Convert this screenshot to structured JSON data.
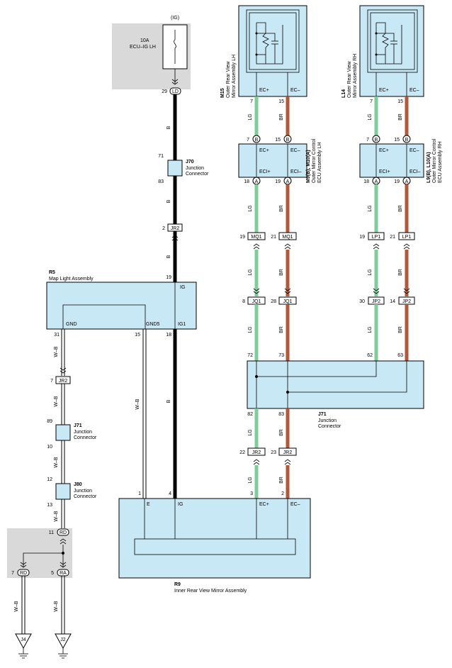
{
  "ig": {
    "source_label": "(IG)",
    "fuse_label_1": "10A",
    "fuse_label_2": "ECU–IG LH",
    "pin": "29",
    "conn": "LD"
  },
  "j70": {
    "code": "J70",
    "name1": "Junction",
    "name2": "Connector",
    "pin_top": "71",
    "pin_bottom": "83"
  },
  "jr2_top": {
    "pin": "2",
    "conn": "JR2"
  },
  "r5": {
    "code": "R5",
    "name": "Map Light Assembly",
    "pin_ig": "19",
    "term_ig": "IG",
    "term_gnd": "GND",
    "term_gnd5": "GND5",
    "term_ig1": "IG1",
    "pin_gnd": "31",
    "pin_gnd5": "15",
    "pin_ig1": "18"
  },
  "wire_colors": {
    "black": "B",
    "white_black": "W–B",
    "light_green": "LG",
    "brown": "BR"
  },
  "jr2_left": {
    "pin": "7",
    "conn": "JR2"
  },
  "j71_left": {
    "code": "J71",
    "name1": "Junction",
    "name2": "Connector",
    "pin_top": "89",
    "pin_bottom": "10"
  },
  "j80": {
    "code": "J80",
    "name1": "Junction",
    "name2": "Connector",
    "pin_top": "12",
    "pin_bottom": "13"
  },
  "ground_splice": {
    "pin_top": "11",
    "conn_top": "RD",
    "pin_left": "7",
    "conn_left": "RD",
    "pin_right": "5",
    "conn_right": "RA",
    "gnd_left": "J4",
    "gnd_right": "J2"
  },
  "m15": {
    "code": "M15",
    "name1": "Outer Rear View",
    "name2": "Mirror Assembly LH",
    "term_pos": "EC+",
    "term_neg": "EC–",
    "pin_pos": "7",
    "pin_neg": "15"
  },
  "l14": {
    "code": "L14",
    "name1": "Outer Rear View",
    "name2": "Mirror Assembly RH",
    "term_pos": "EC+",
    "term_neg": "EC–",
    "pin_pos": "7",
    "pin_neg": "15"
  },
  "m9": {
    "code": "M9(B), M10(A)",
    "name1": "Outer Mirror Control",
    "name2": "ECU Assembly LH",
    "pin_pos": "7",
    "pin_neg": "15",
    "conn_b": "B",
    "term_ecpos": "EC+",
    "term_ecneg": "EC–",
    "term_ecipos": "ECI+",
    "term_ecineg": "ECI–",
    "pin_ecipos": "18",
    "pin_ecineg": "19",
    "conn_a": "A"
  },
  "l9": {
    "code": "L9(B), L10(A)",
    "name1": "Outer Mirror Control",
    "name2": "ECU Assembly RH",
    "pin_pos": "7",
    "pin_neg": "15",
    "conn_b": "B",
    "term_ecpos": "EC+",
    "term_ecneg": "EC–",
    "term_ecipos": "ECI+",
    "term_ecineg": "ECI–",
    "pin_ecipos": "18",
    "pin_ecineg": "19",
    "conn_a": "A"
  },
  "mq1": {
    "pin_lg": "19",
    "pin_br": "21",
    "conn": "MQ1"
  },
  "lp1": {
    "pin_lg": "19",
    "pin_br": "21",
    "conn": "LP1"
  },
  "jq1": {
    "pin_lg": "8",
    "pin_br": "28",
    "conn": "JQ1"
  },
  "jp2": {
    "pin_lg": "30",
    "pin_br": "14",
    "conn": "JP2"
  },
  "j71_main": {
    "code": "J71",
    "name1": "Junction",
    "name2": "Connector",
    "pin_72": "72",
    "pin_73": "73",
    "pin_62": "62",
    "pin_63": "63",
    "pin_82": "82",
    "pin_83": "83"
  },
  "jr2_bottom": {
    "pin_lg": "22",
    "pin_br": "23",
    "conn": "JR2"
  },
  "r9": {
    "code": "R9",
    "name": "Inner Rear View Mirror Assembly",
    "pin_e": "1",
    "pin_ig": "4",
    "pin_ecpos": "3",
    "pin_ecneg": "2",
    "term_e": "E",
    "term_ig": "IG",
    "term_ecpos": "EC+",
    "term_ecneg": "EC–"
  }
}
